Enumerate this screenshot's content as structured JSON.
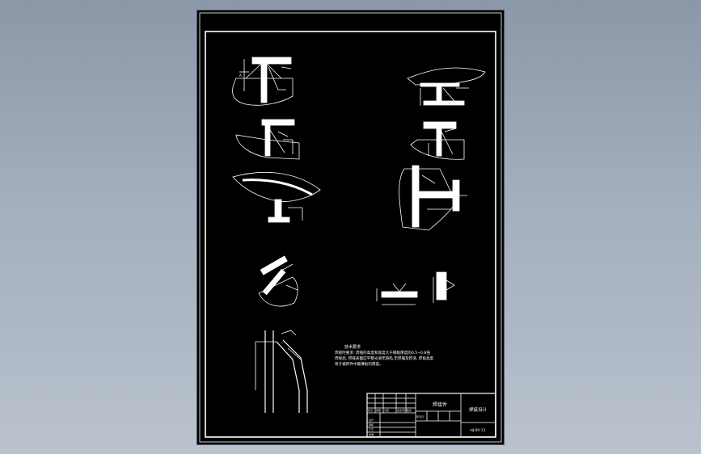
{
  "drawing": {
    "tech_requirements_title": "技术要求",
    "tech_requirements": [
      "焊接时要求: 焊缝的高度和宽度大于钢板厚度的0.5~0.8倍",
      "焊接后, 焊缝表面应平整光滑无缺陷,无焊瘤及焊渣, 焊角高度",
      "等于被焊件中最薄板的厚度。"
    ],
    "title_block": {
      "part_name": "焊接件",
      "design_title": "焊接设计",
      "drawing_no": "HJ-00-11",
      "rows": [
        "标记",
        "处数",
        "分区",
        "更改文件号",
        "签名",
        "年月日"
      ],
      "labels": [
        "设计",
        "审核",
        "工艺",
        "批准"
      ]
    }
  }
}
